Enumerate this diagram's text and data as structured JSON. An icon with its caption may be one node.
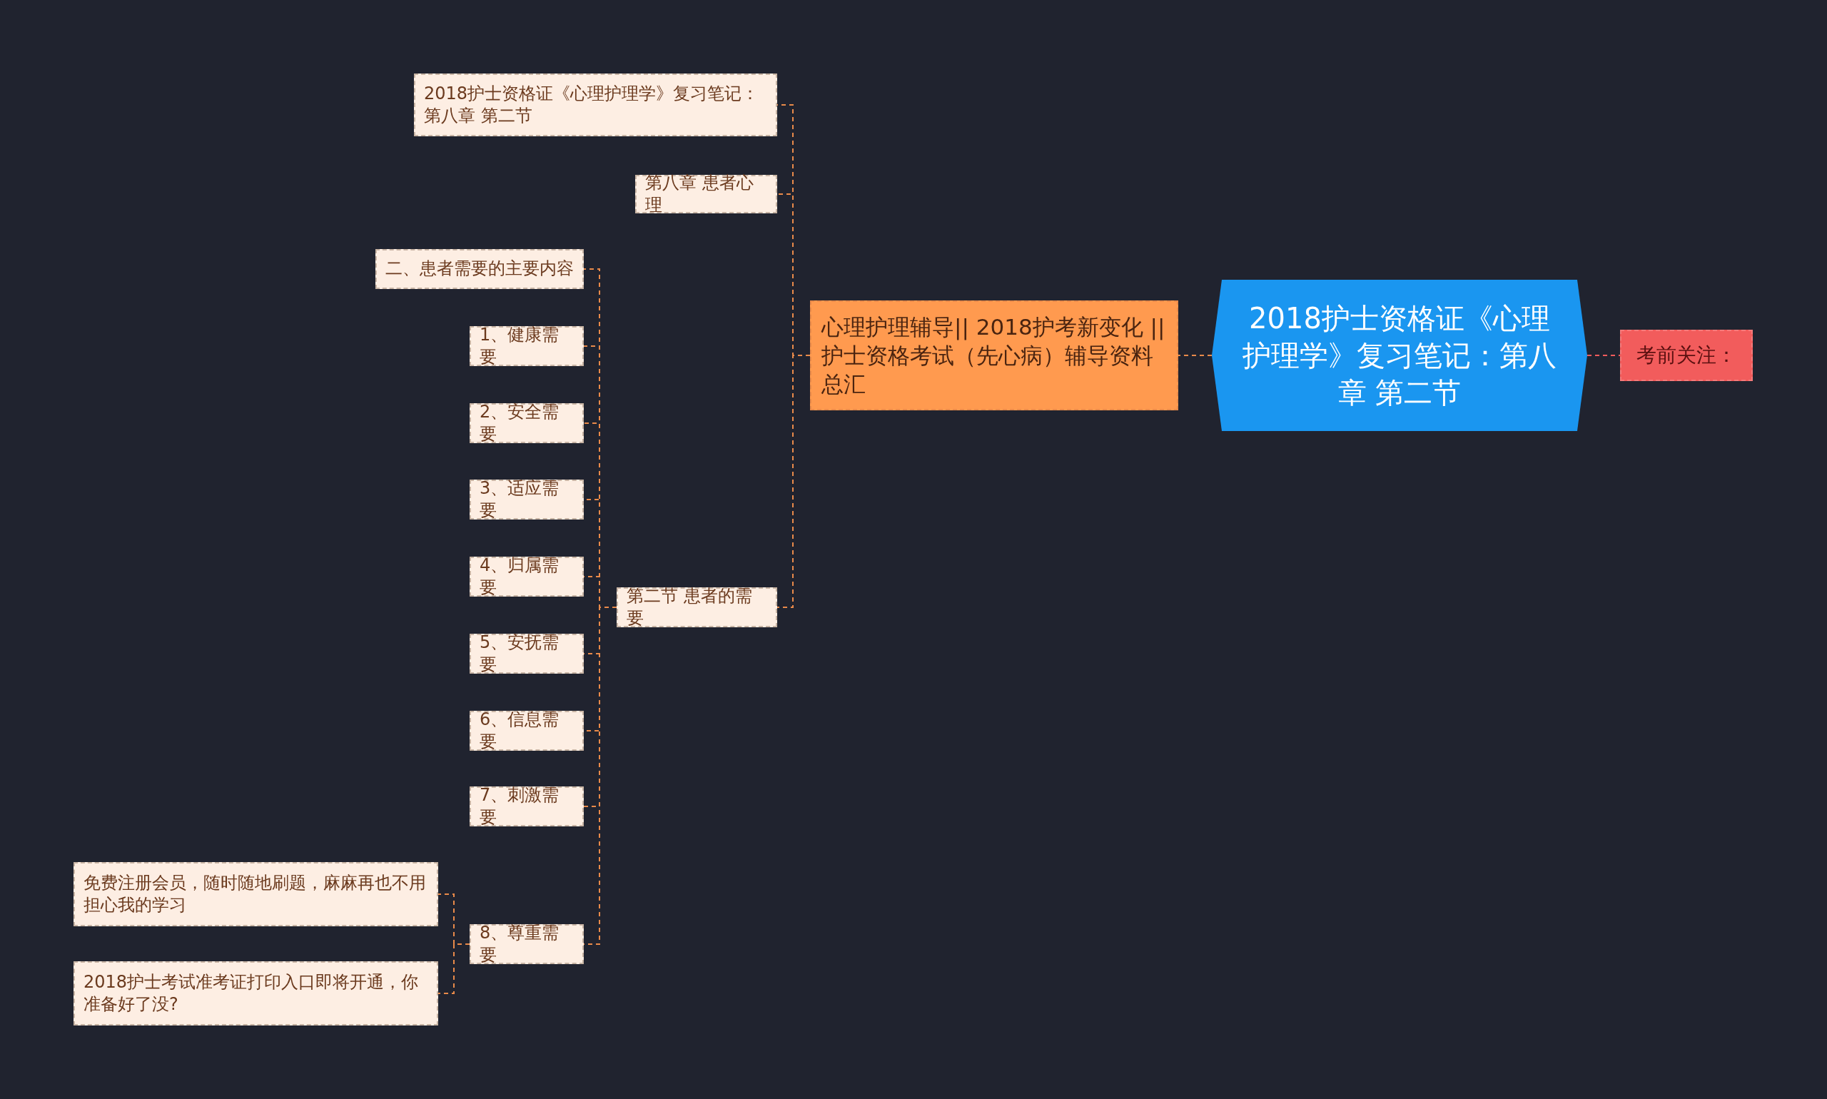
{
  "diagram": {
    "nodes": [
      {
        "text": [
          "2018护士资格证《心理护理学》复习笔记：第八章 第二节"
        ]
      },
      {
        "text": [
          "考前关注："
        ]
      },
      {
        "text": [
          "心理护理辅导|| 2018护考新变化 || 护士资格考试（先心病）辅导资料总汇"
        ]
      },
      {
        "text": [
          "2018护士资格证《心理护理学》复习笔记：第八章 第二节"
        ]
      },
      {
        "text": [
          "第八章 患者心理"
        ]
      },
      {
        "text": [
          "第二节 患者的需要"
        ]
      },
      {
        "text": [
          "二、患者需要的主要内容"
        ]
      },
      {
        "text": [
          "1、健康需要"
        ]
      },
      {
        "text": [
          "2、安全需要"
        ]
      },
      {
        "text": [
          "3、适应需要"
        ]
      },
      {
        "text": [
          "4、归属需要"
        ]
      },
      {
        "text": [
          "5、安抚需要"
        ]
      },
      {
        "text": [
          "6、信息需要"
        ]
      },
      {
        "text": [
          "7、刺激需要"
        ]
      },
      {
        "text": [
          "8、尊重需要"
        ]
      },
      {
        "text": [
          "免费注册会员，随时随地刷题，麻麻再也不用担心我的学习"
        ]
      },
      {
        "text": [
          "2018护士考试准考证打印入口即将开通，你准备好了没?"
        ]
      }
    ],
    "edges": [
      {
        "from": 0,
        "to": 1,
        "arrow": "none",
        "style": "dashed",
        "color": "#f25c5c"
      },
      {
        "from": 0,
        "to": 2,
        "arrow": "none",
        "style": "dashed"
      },
      {
        "from": 2,
        "to": 3,
        "arrow": "none",
        "style": "dashed"
      },
      {
        "from": 2,
        "to": 4,
        "arrow": "none",
        "style": "dashed"
      },
      {
        "from": 2,
        "to": 5,
        "arrow": "none",
        "style": "dashed"
      },
      {
        "from": 5,
        "to": 6,
        "arrow": "none",
        "style": "dashed"
      },
      {
        "from": 5,
        "to": 7,
        "arrow": "none",
        "style": "dashed"
      },
      {
        "from": 5,
        "to": 8,
        "arrow": "none",
        "style": "dashed"
      },
      {
        "from": 5,
        "to": 9,
        "arrow": "none",
        "style": "dashed"
      },
      {
        "from": 5,
        "to": 10,
        "arrow": "none",
        "style": "dashed"
      },
      {
        "from": 5,
        "to": 11,
        "arrow": "none",
        "style": "dashed"
      },
      {
        "from": 5,
        "to": 12,
        "arrow": "none",
        "style": "dashed"
      },
      {
        "from": 5,
        "to": 13,
        "arrow": "none",
        "style": "dashed"
      },
      {
        "from": 5,
        "to": 14,
        "arrow": "none",
        "style": "dashed"
      },
      {
        "from": 14,
        "to": 15,
        "arrow": "none",
        "style": "dashed"
      },
      {
        "from": 14,
        "to": 16,
        "arrow": "none",
        "style": "dashed"
      }
    ]
  }
}
